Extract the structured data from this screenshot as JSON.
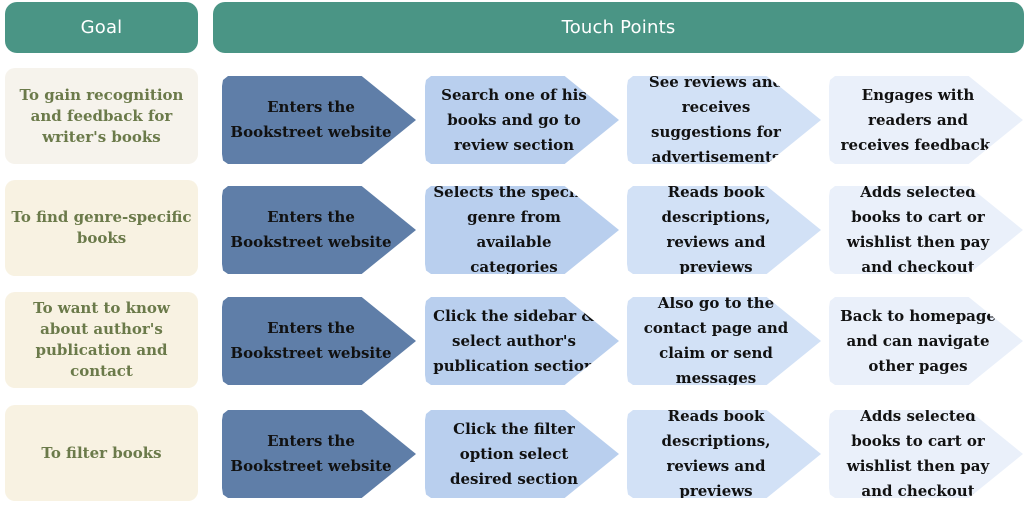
{
  "headers": {
    "goal": "Goal",
    "touch_points": "Touch Points"
  },
  "rows": [
    {
      "goal": "To gain recognition and feedback for writer's books",
      "steps": [
        "Enters the Bookstreet website",
        "Search one of his books and go to review section",
        "See reviews and receives suggestions for advertisements",
        "Engages with readers and receives feedback."
      ]
    },
    {
      "goal": "To find genre-specific books",
      "steps": [
        "Enters the Bookstreet website",
        "Selects the specific genre from available categories",
        "Reads book descriptions, reviews and previews",
        "Adds selected books to cart or wishlist then pay and checkout"
      ]
    },
    {
      "goal": "To want to know about author's publication and contact",
      "steps": [
        "Enters the Bookstreet website",
        "Click the sidebar & select author's publication section",
        "Also go to the contact page and claim or send messages",
        "Back to homepage and can navigate other pages"
      ]
    },
    {
      "goal": "To filter books",
      "steps": [
        "Enters the Bookstreet website",
        "Click the filter option select desired section",
        "Reads book descriptions, reviews and previews",
        "Adds selected books to cart or wishlist then pay and checkout"
      ]
    }
  ],
  "colors": {
    "header": "#4a9585",
    "goal_text": "#6b7a4a",
    "step1": "#5f7ea8",
    "step2": "#b9cfee",
    "step3": "#d2e1f6",
    "step4": "#eaf0fa"
  }
}
